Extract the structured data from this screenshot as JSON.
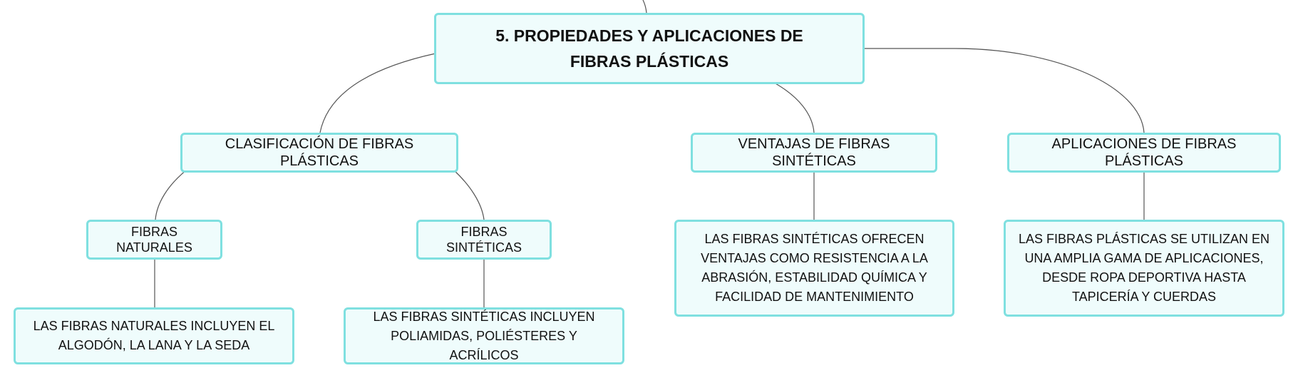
{
  "root": {
    "label": "5. PROPIEDADES Y APLICACIONES DE FIBRAS PLÁSTICAS"
  },
  "branches": {
    "clasificacion": {
      "label": "CLASIFICACIÓN DE FIBRAS PLÁSTICAS",
      "naturales": {
        "label": "FIBRAS NATURALES",
        "detail": "LAS FIBRAS NATURALES INCLUYEN EL ALGODÓN, LA LANA Y LA SEDA"
      },
      "sinteticas": {
        "label": "FIBRAS SINTÉTICAS",
        "detail": "LAS FIBRAS SINTÉTICAS INCLUYEN POLIAMIDAS, POLIÉSTERES Y ACRÍLICOS"
      }
    },
    "ventajas": {
      "label": "VENTAJAS DE FIBRAS SINTÉTICAS",
      "detail": "LAS FIBRAS SINTÉTICAS OFRECEN VENTAJAS COMO RESISTENCIA A LA ABRASIÓN, ESTABILIDAD QUÍMICA Y FACILIDAD DE MANTENIMIENTO"
    },
    "aplicaciones": {
      "label": "APLICACIONES DE FIBRAS PLÁSTICAS",
      "detail": "LAS FIBRAS PLÁSTICAS SE UTILIZAN EN UNA AMPLIA GAMA DE APLICACIONES, DESDE ROPA DEPORTIVA HASTA TAPICERÍA Y CUERDAS"
    }
  },
  "colors": {
    "node_fill": "#effcfc",
    "node_border": "#7fe0e0",
    "connector": "#555555",
    "text": "#111111"
  }
}
